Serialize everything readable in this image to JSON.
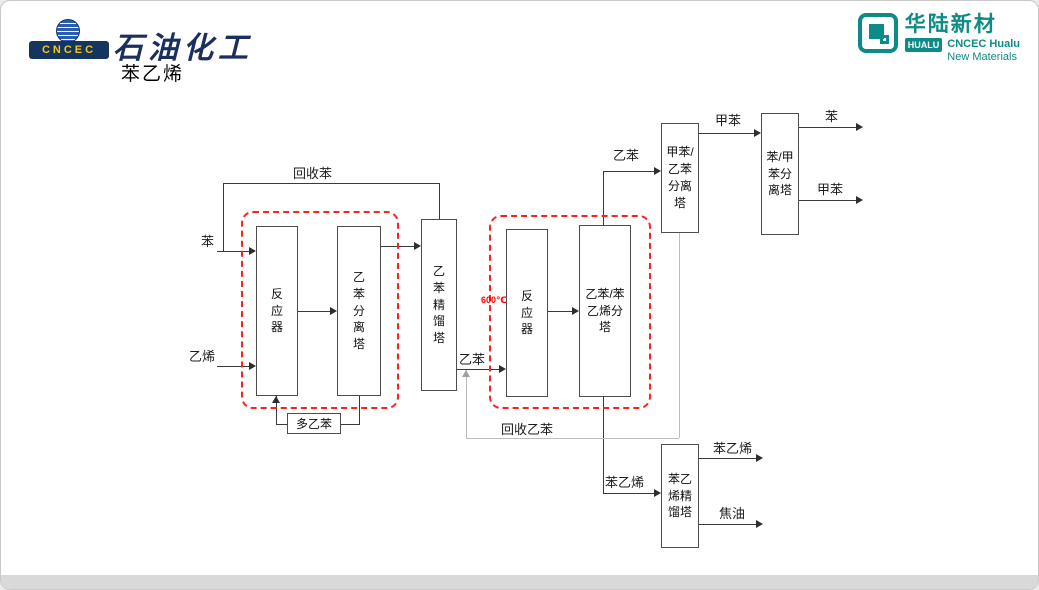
{
  "slide": {
    "header": {
      "emblem_text": "CNCEC",
      "brand_cn": "石油化工",
      "page_title": "苯乙烯"
    },
    "logo_right": {
      "brand_cn": "华陆新材",
      "badge": "HUALU",
      "brand_en_1": "CNCEC Hualu",
      "brand_en_2": "New Materials"
    }
  },
  "diagram": {
    "units": {
      "reactor1": "反应器",
      "eb_sep_tower": "乙苯分离塔",
      "eb_dist_tower": "乙苯精馏塔",
      "reactor2": "反应器",
      "eb_styrene_sep_tower": "乙苯/苯乙烯分塔",
      "tol_eb_sep_tower": "甲苯/乙苯分离塔",
      "benzene_tol_sep_tower": "苯/甲苯分离塔",
      "styrene_dist_tower": "苯乙烯精馏塔"
    },
    "streams": {
      "benzene_feed": "苯",
      "ethylene_feed": "乙烯",
      "recycled_benzene": "回收苯",
      "poly_eb": "多乙苯",
      "eb_intermediate": "乙苯",
      "reaction_temp": "600℃",
      "recycled_eb": "回收乙苯",
      "eb_overhead": "乙苯",
      "toluene_intermediate": "甲苯",
      "benzene_product": "苯",
      "toluene_product": "甲苯",
      "crude_styrene": "苯乙烯",
      "styrene_product": "苯乙烯",
      "tar": "焦油"
    },
    "colors": {
      "highlight_dashed": "#ff1f1f",
      "line": "#3a3a3a",
      "recycle_line": "#bdbdbd",
      "temp_text": "#ff0000"
    }
  }
}
